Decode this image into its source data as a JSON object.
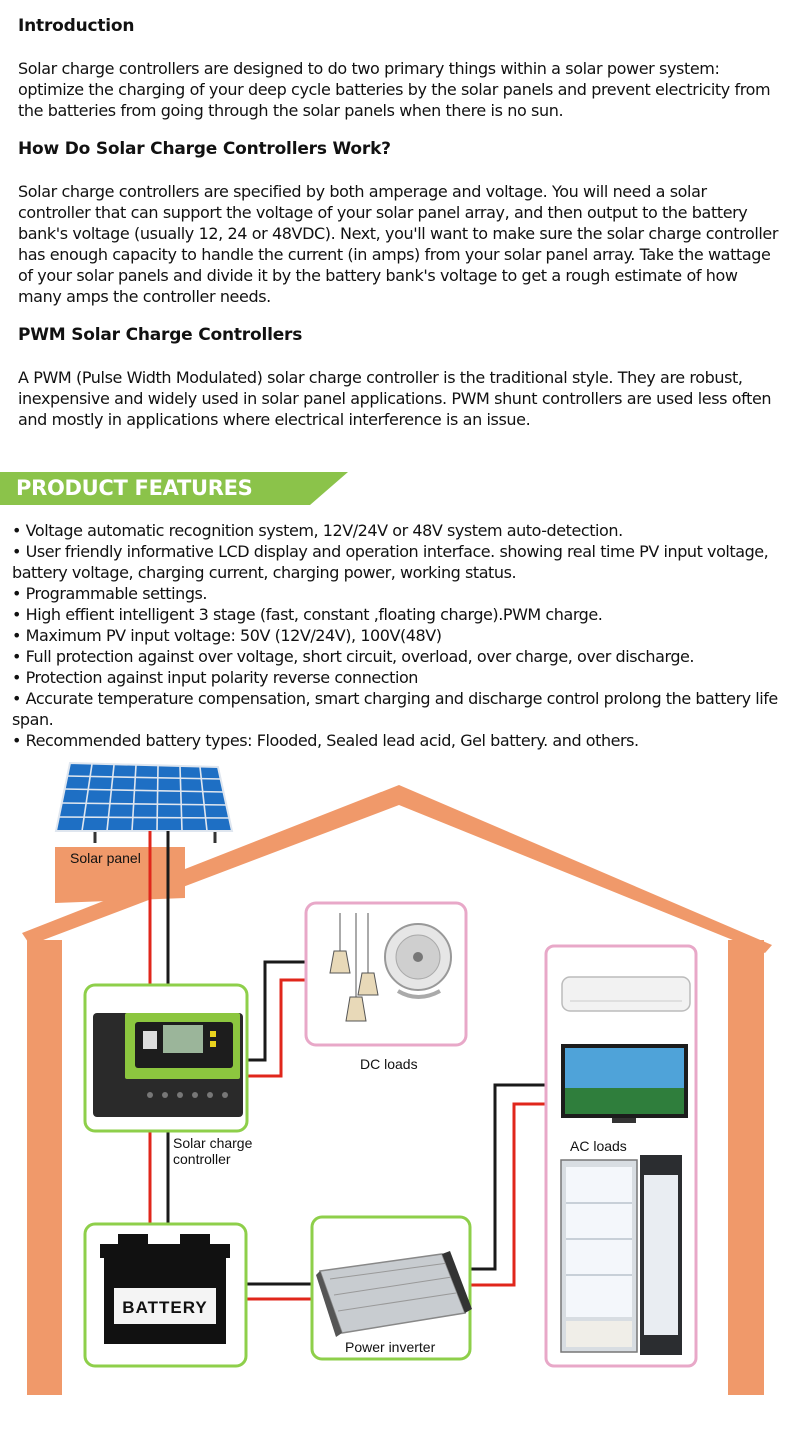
{
  "intro": {
    "heading": "Introduction",
    "body": "Solar charge controllers are designed to do two primary things within a solar power system: optimize the charging of your deep cycle batteries by the solar panels and prevent electricity from the batteries from going through the solar panels when there is no sun."
  },
  "how": {
    "heading": "How Do Solar Charge Controllers Work?",
    "body": "Solar charge controllers are specified by both amperage and voltage. You will need a solar controller that can support the voltage of your solar panel array, and then output to the battery bank's voltage (usually 12, 24 or 48VDC). Next, you'll want to make sure the solar charge controller has enough capacity to handle the current (in amps) from your solar panel array. Take the wattage of your solar panels and divide it by the battery bank's voltage to get a rough estimate of how many amps the controller needs."
  },
  "pwm": {
    "heading": "PWM Solar Charge Controllers",
    "body": "A PWM (Pulse Width Modulated) solar charge controller is the traditional style. They are robust, inexpensive and widely used in solar panel applications. PWM shunt controllers are used less often and mostly in applications where electrical interference is an issue."
  },
  "features": {
    "banner": "PRODUCT FEATURES",
    "items": [
      "• Voltage automatic recognition system, 12V/24V or  48V system auto-detection.",
      "• User friendly informative LCD display and operation interface. showing real time  PV input voltage, battery voltage, charging current, charging power, working status.",
      "•  Programmable settings.",
      "•  High effient intelligent 3 stage (fast, constant ,floating charge).PWM charge.",
      "•  Maximum PV input voltage: 50V (12V/24V), 100V(48V)",
      "•  Full protection against over voltage, short circuit, overload, over charge, over discharge.",
      "•  Protection against input polarity reverse connection",
      "•  Accurate temperature compensation, smart charging and discharge control prolong the battery life span.",
      "•  Recommended battery types: Flooded, Sealed lead acid, Gel battery. and others."
    ]
  },
  "diagram": {
    "solar_panel_label": "Solar panel",
    "dc_loads_label": "DC loads",
    "controller_label_line1": "Solar charge",
    "controller_label_line2": "controller",
    "ac_loads_label": "AC loads",
    "battery_text": "BATTERY",
    "inverter_label": "Power inverter",
    "colors": {
      "house": "#f0996a",
      "green_frame": "#8ecf4a",
      "pink_frame": "#e8a8c8",
      "wire_red": "#e0261b",
      "wire_black": "#1a1a1a",
      "banner": "#8bc34a"
    }
  }
}
